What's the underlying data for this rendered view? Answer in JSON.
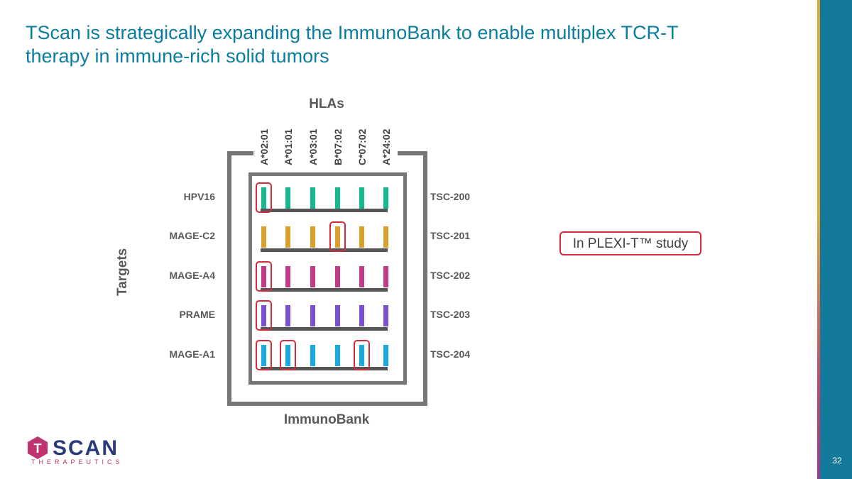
{
  "title": {
    "line1": "TScan is strategically expanding the ImmunoBank to enable multiplex TCR-T",
    "line2": "therapy in immune-rich solid tumors"
  },
  "diagram": {
    "hlas_label": "HLAs",
    "immunobank_label": "ImmunoBank",
    "targets_label": "Targets",
    "hlas": [
      "A*02:01",
      "A*01:01",
      "A*03:01",
      "B*07:02",
      "C*07:02",
      "A*24:02"
    ],
    "rows": [
      {
        "target": "HPV16",
        "product": "TSC-200",
        "color": "#16b88f",
        "highlighted": [
          0
        ]
      },
      {
        "target": "MAGE-C2",
        "product": "TSC-201",
        "color": "#d9a02c",
        "highlighted": [
          3
        ]
      },
      {
        "target": "MAGE-A4",
        "product": "TSC-202",
        "color": "#c23b86",
        "highlighted": [
          0
        ]
      },
      {
        "target": "PRAME",
        "product": "TSC-203",
        "color": "#7a4fd0",
        "highlighted": [
          0
        ]
      },
      {
        "target": "MAGE-A1",
        "product": "TSC-204",
        "color": "#19a8e0",
        "highlighted": [
          0,
          1,
          4
        ]
      }
    ],
    "highlight_color": "#d62a3a"
  },
  "legend": {
    "plexi_label": "In PLEXI-T™ study"
  },
  "logo": {
    "letters": "TSCAN",
    "hex_letter": "T",
    "subtitle": "THERAPEUTICS"
  },
  "slide_number": "32"
}
